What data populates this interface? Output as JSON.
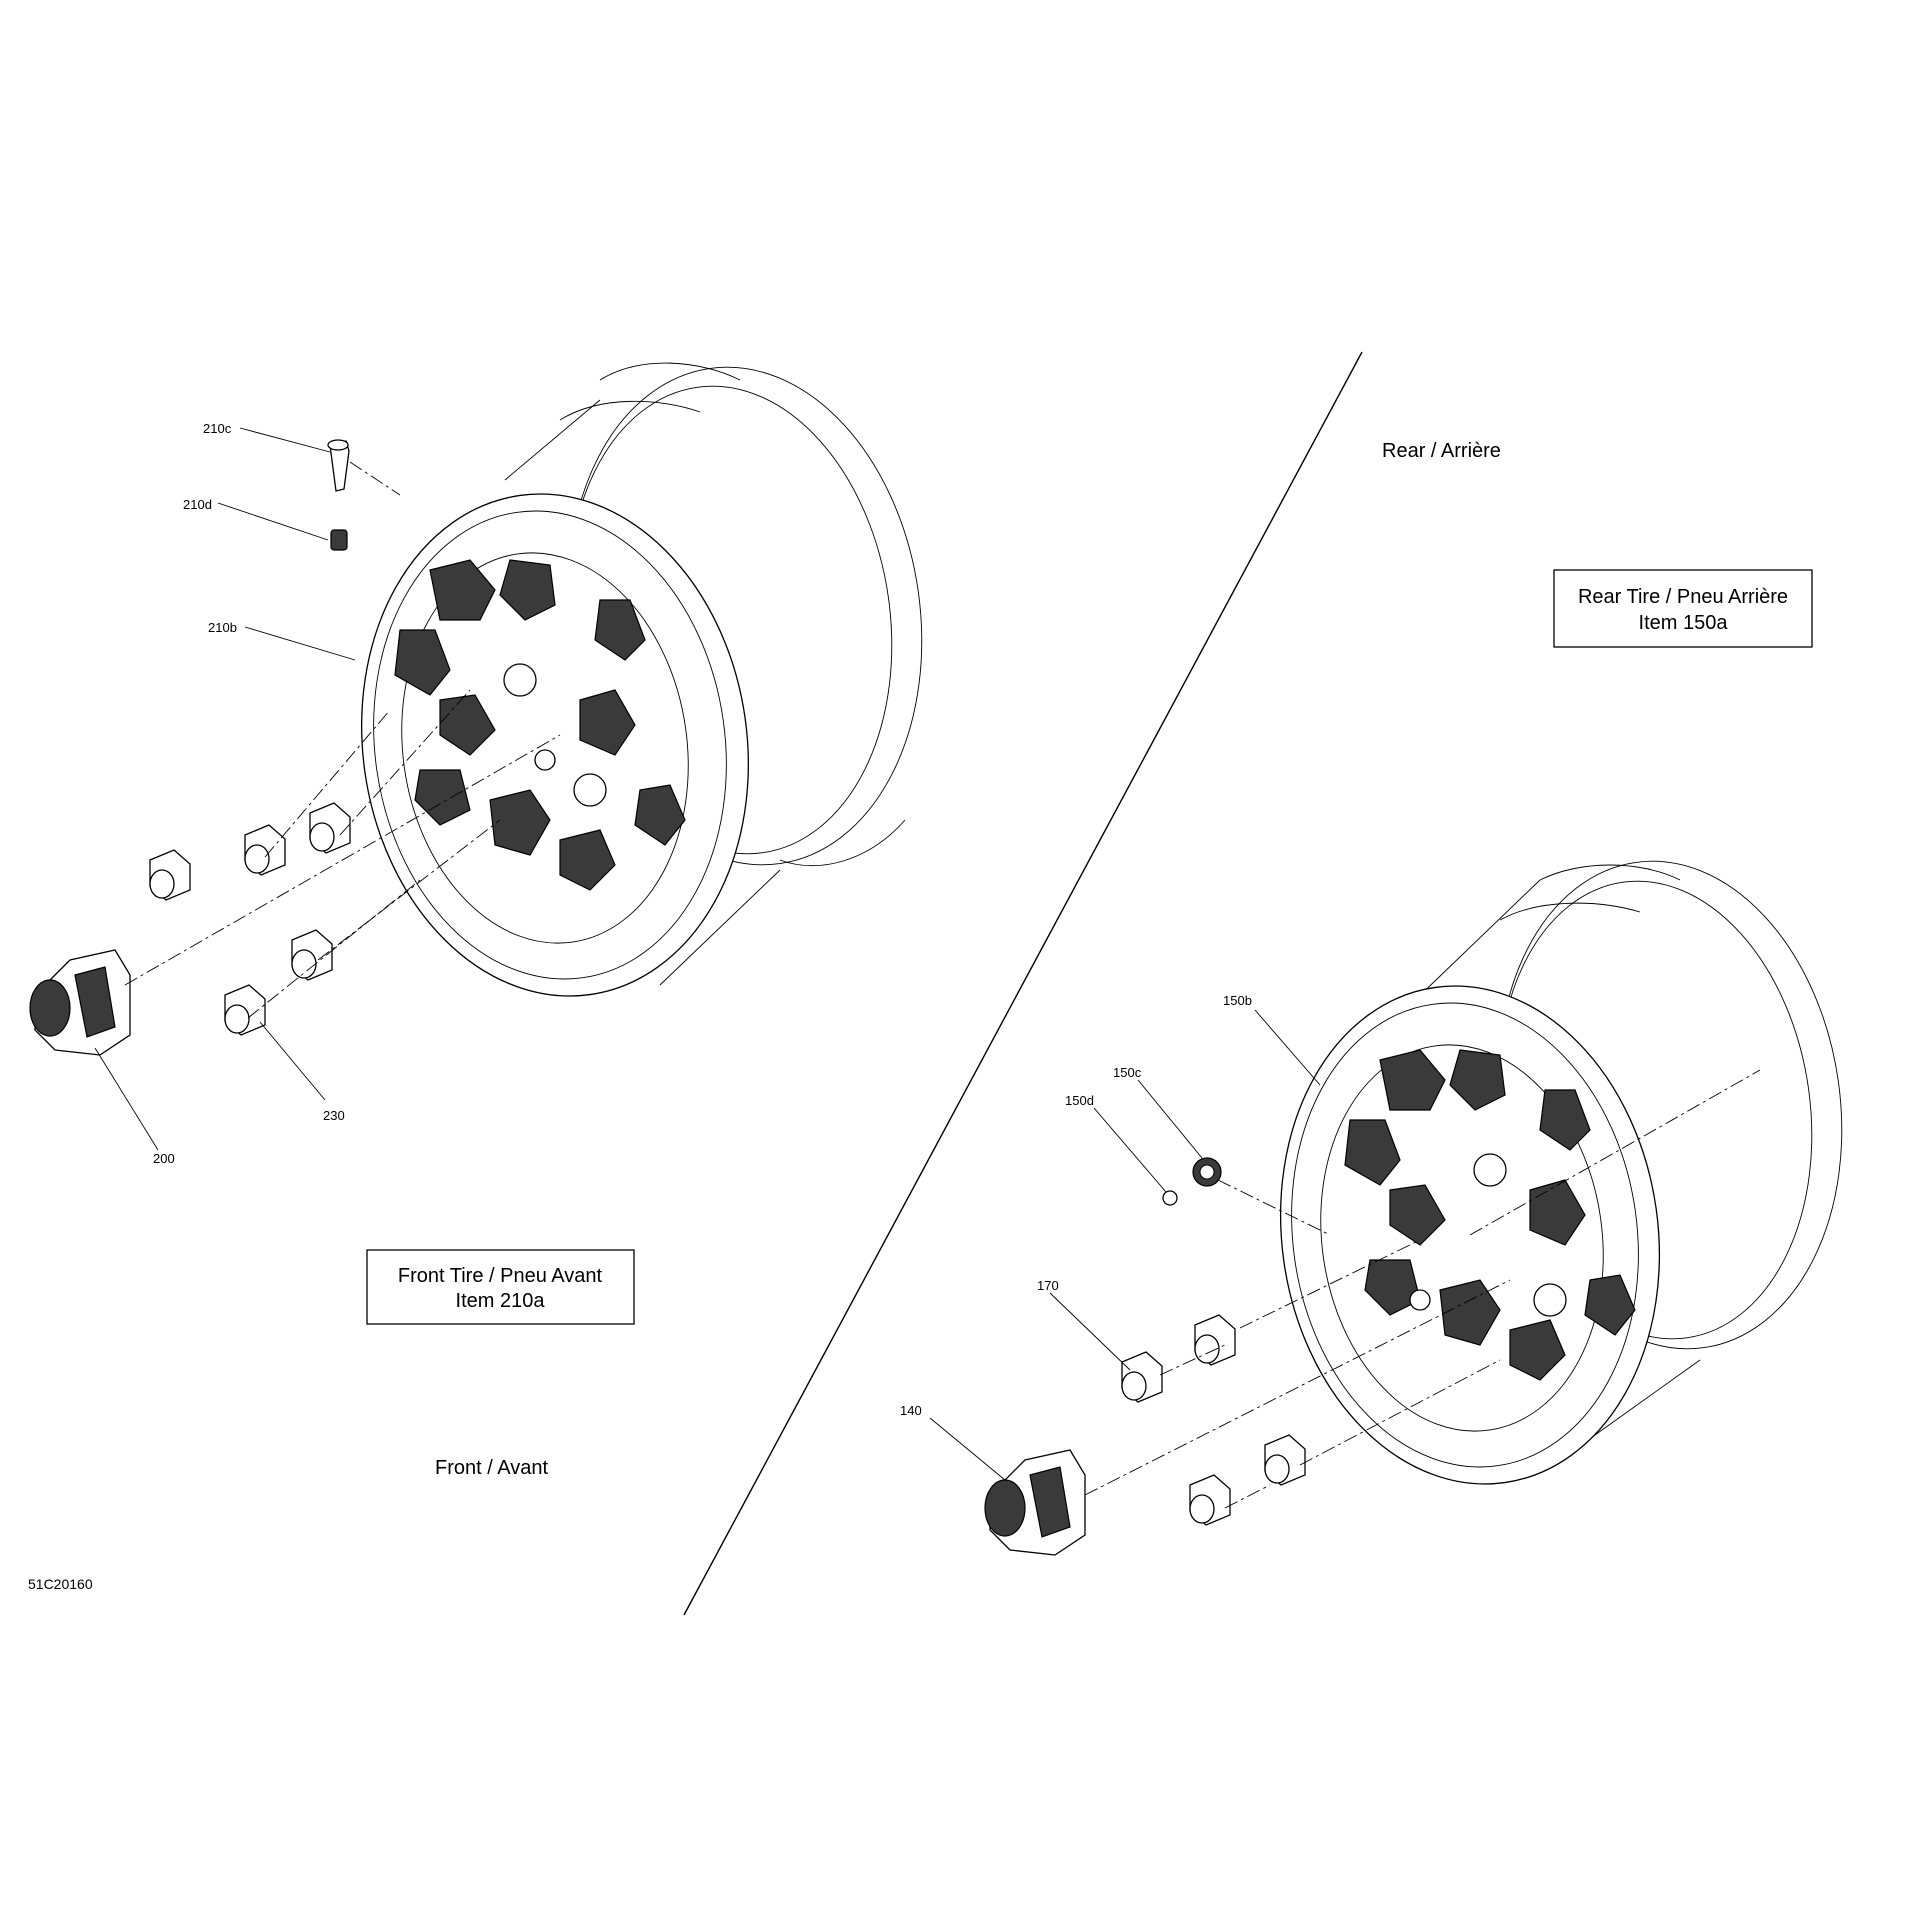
{
  "diagram_code": "51C20160",
  "sections": {
    "rear": "Rear / Arrière",
    "front": "Front / Avant"
  },
  "boxes": {
    "rear_tire": {
      "line1": "Rear Tire / Pneu Arrière",
      "line2": "Item 150a"
    },
    "front_tire": {
      "line1": "Front Tire / Pneu Avant",
      "line2": "Item 210a"
    }
  },
  "callouts": {
    "c210c": "210c",
    "c210d": "210d",
    "c210b": "210b",
    "c230": "230",
    "c200": "200",
    "c150b": "150b",
    "c150c": "150c",
    "c150d": "150d",
    "c170": "170",
    "c140": "140"
  }
}
